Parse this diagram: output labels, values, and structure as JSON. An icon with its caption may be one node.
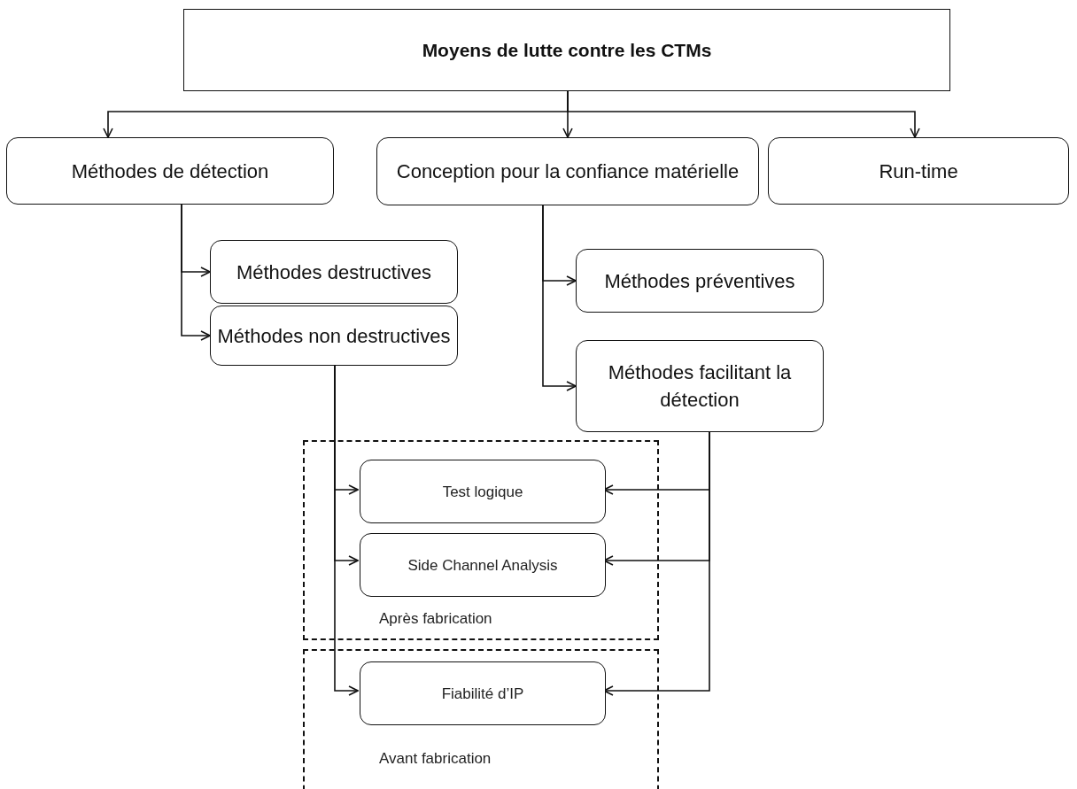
{
  "diagram": {
    "nodes": [
      {
        "text": [
          "Moyens de lutte contre les CTMs"
        ]
      },
      {
        "text": [
          "Méthodes de détection"
        ]
      },
      {
        "text": [
          "Conception pour la confiance matérielle"
        ]
      },
      {
        "text": [
          "Run-time"
        ]
      },
      {
        "text": [
          "Méthodes destructives"
        ]
      },
      {
        "text": [
          "Méthodes non destructives"
        ]
      },
      {
        "text": [
          "Méthodes préventives"
        ]
      },
      {
        "text": [
          "Méthodes facilitant la détection"
        ]
      },
      {
        "text": [
          "Après fabrication"
        ]
      },
      {
        "text": [
          "Avant fabrication"
        ]
      },
      {
        "text": [
          "Test logique"
        ],
        "in": 8
      },
      {
        "text": [
          "Side Channel Analysis"
        ],
        "in": 8
      },
      {
        "text": [
          "Fiabilité d’IP"
        ],
        "in": 9
      }
    ],
    "edges": [
      {
        "from": 0,
        "to": 1,
        "arrow": "to"
      },
      {
        "from": 0,
        "to": 2,
        "arrow": "to"
      },
      {
        "from": 0,
        "to": 3,
        "arrow": "to"
      },
      {
        "from": 1,
        "to": 4,
        "arrow": "to"
      },
      {
        "from": 1,
        "to": 5,
        "arrow": "to"
      },
      {
        "from": 2,
        "to": 6,
        "arrow": "to"
      },
      {
        "from": 2,
        "to": 7,
        "arrow": "to"
      },
      {
        "from": 5,
        "to": 10,
        "arrow": "to"
      },
      {
        "from": 5,
        "to": 11,
        "arrow": "to"
      },
      {
        "from": 5,
        "to": 12,
        "arrow": "to"
      },
      {
        "from": 7,
        "to": 10,
        "arrow": "to"
      },
      {
        "from": 7,
        "to": 11,
        "arrow": "to"
      },
      {
        "from": 7,
        "to": 12,
        "arrow": "to"
      }
    ]
  }
}
